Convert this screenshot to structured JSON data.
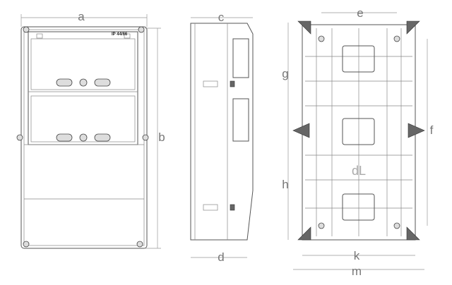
{
  "drawing": {
    "front_view": {
      "dimension_labels": {
        "width": "a",
        "height": "b"
      },
      "rating_label": "IP 44/66"
    },
    "side_view": {
      "dimension_labels": {
        "top_depth": "c",
        "bottom_depth": "d"
      }
    },
    "back_view": {
      "dimension_labels": {
        "hole_spacing_top": "e",
        "height_mounting": "f",
        "upper_offset": "g",
        "lower_offset": "h",
        "inner_width": "k",
        "overall_width": "m"
      },
      "logo": "dL"
    }
  }
}
